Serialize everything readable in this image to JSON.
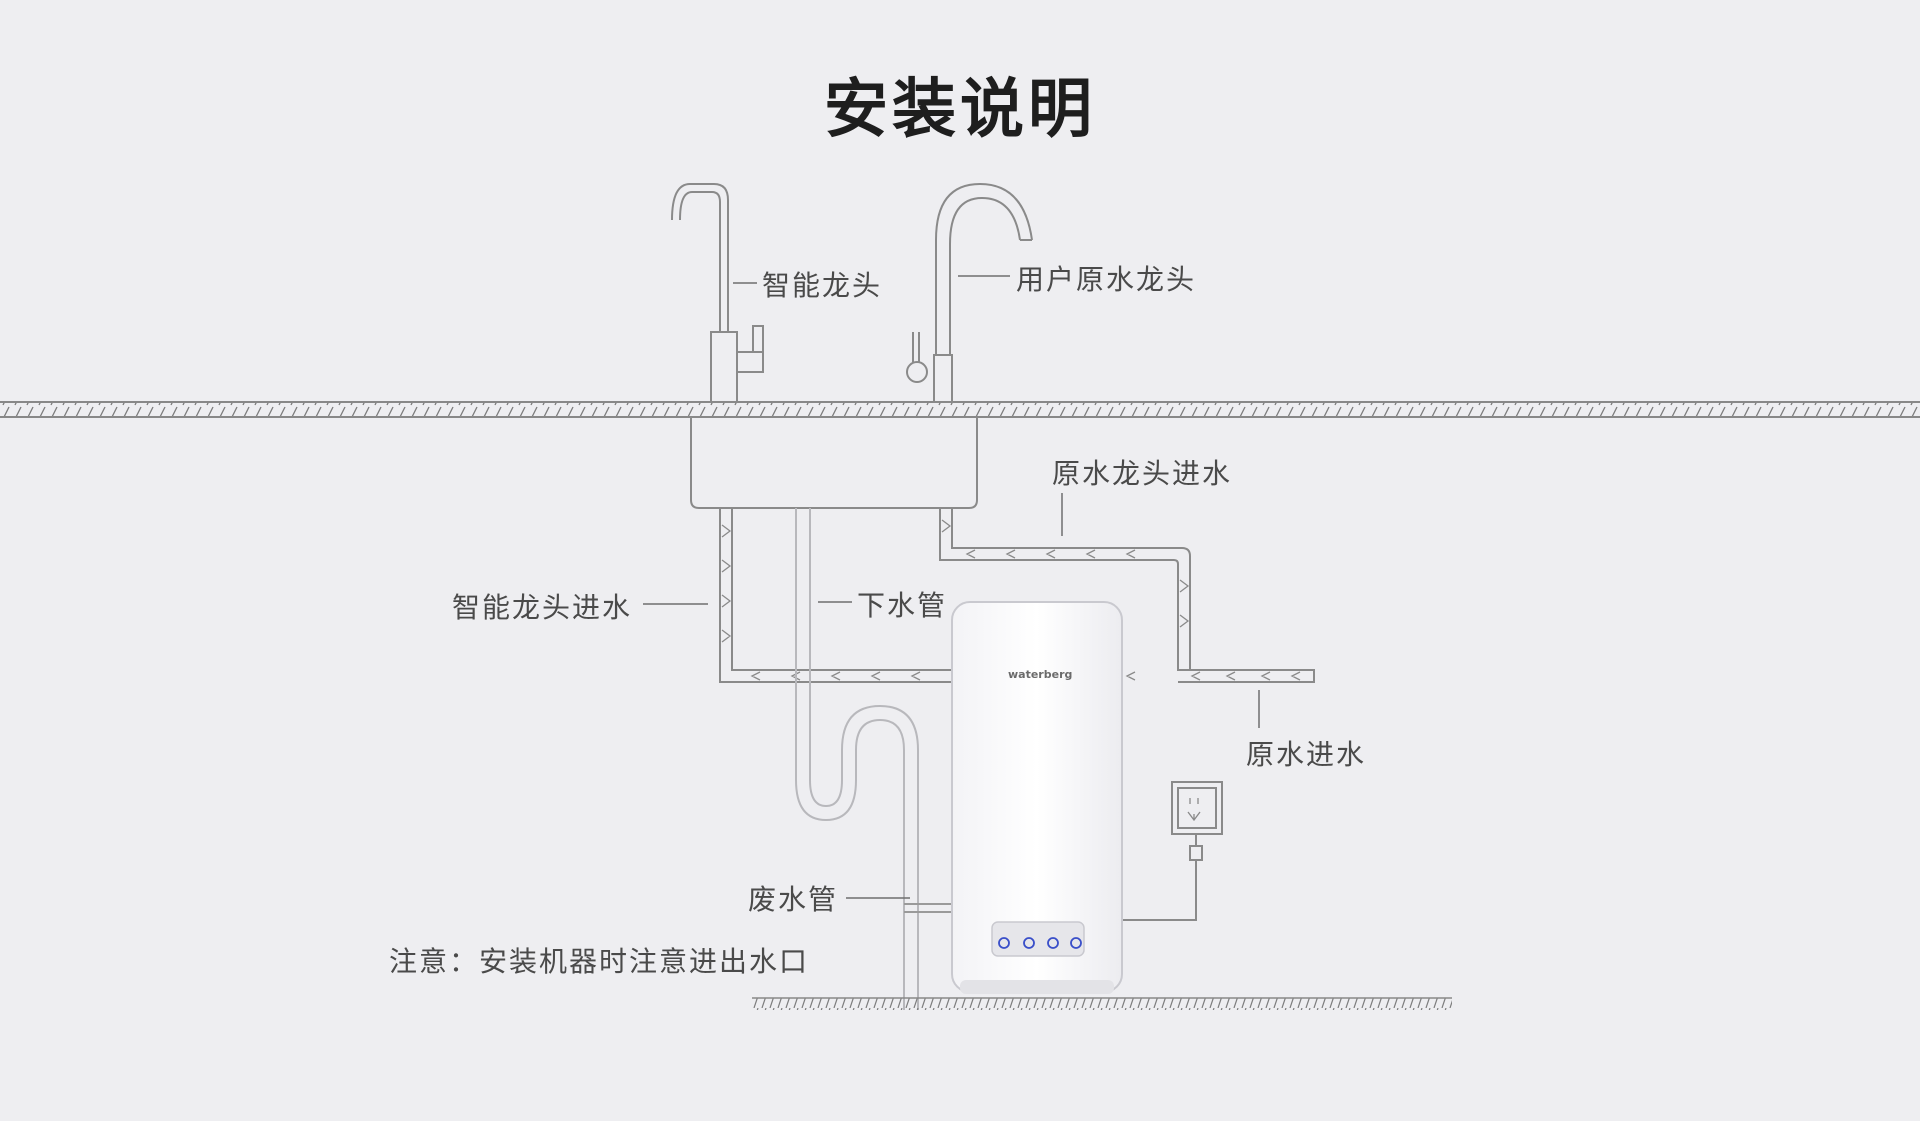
{
  "title": "安装说明",
  "labels": {
    "smart_faucet": "智能龙头",
    "user_faucet": "用户原水龙头",
    "raw_faucet_inlet": "原水龙头进水",
    "smart_faucet_inlet": "智能龙头进水",
    "drain_pipe": "下水管",
    "raw_water_inlet": "原水进水",
    "waste_pipe": "废水管"
  },
  "note": "注意：安装机器时注意进出水口",
  "brand": "waterberg",
  "colors": {
    "background": "#eeeef1",
    "line": "#8a8a8a",
    "text": "#4a4a4a",
    "device": "#fbfbfd",
    "device_button": "#3a4fc9"
  }
}
